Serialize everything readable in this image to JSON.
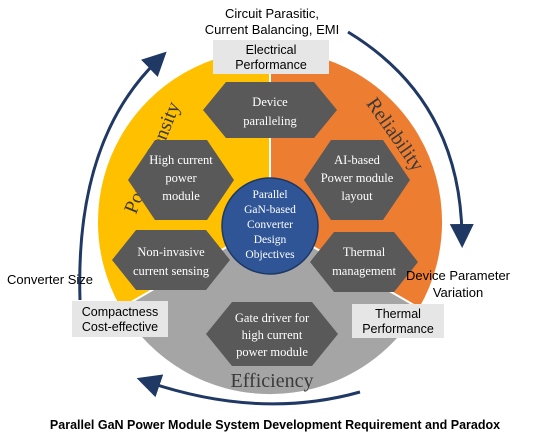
{
  "colors": {
    "power_density": "#FFC000",
    "reliability": "#ED7D31",
    "efficiency": "#A5A5A5",
    "hexagon": "#595959",
    "center": "#2F5597",
    "arrow": "#203864",
    "label_box": "#E7E6E6"
  },
  "top_note": {
    "line1": "Circuit Parasitic,",
    "line2": "Current Balancing, EMI"
  },
  "electrical_box": {
    "line1": "Electrical",
    "line2": "Performance"
  },
  "right_note": {
    "line1": "Device Parameter",
    "line2": "Variation"
  },
  "thermal_box": {
    "line1": "Thermal",
    "line2": "Performance"
  },
  "left_note": {
    "line1": "Converter Size"
  },
  "compact_box": {
    "line1": "Compactness",
    "line2": "Cost-effective"
  },
  "sectors": {
    "power_density": "Power Density",
    "reliability": "Reliability",
    "efficiency": "Efficiency"
  },
  "center": {
    "line1": "Parallel",
    "line2": "GaN-based",
    "line3": "Converter",
    "line4": "Design",
    "line5": "Objectives"
  },
  "hexagons": {
    "device_paralleling": {
      "line1": "Device",
      "line2": "paralleling"
    },
    "high_current_module": {
      "line1": "High current",
      "line2": "power",
      "line3": "module"
    },
    "ai_layout": {
      "line1": "AI-based",
      "line2": "Power module",
      "line3": "layout"
    },
    "current_sensing": {
      "line1": "Non-invasive",
      "line2": "current sensing"
    },
    "thermal_mgmt": {
      "line1": "Thermal",
      "line2": "management"
    },
    "gate_driver": {
      "line1": "Gate driver for",
      "line2": "high current",
      "line3": "power module"
    }
  },
  "caption": "Parallel GaN Power Module System Development Requirement and Paradox"
}
